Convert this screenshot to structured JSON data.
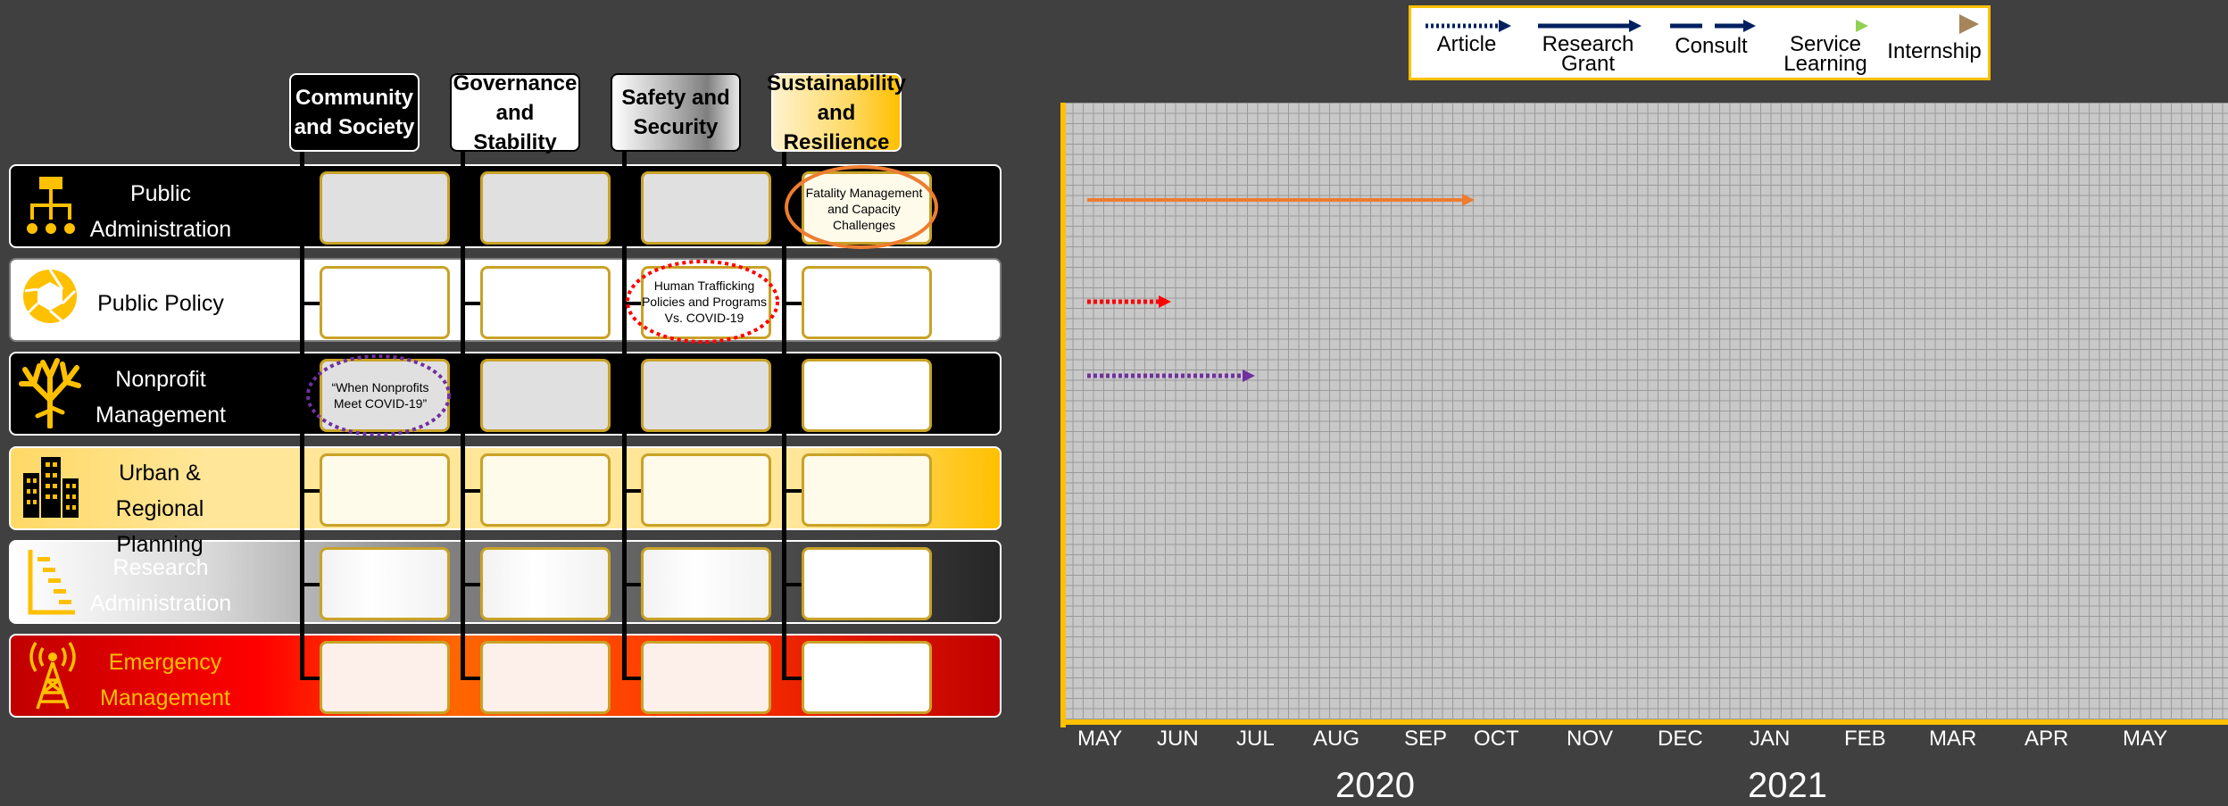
{
  "columns": [
    {
      "label": "Community\nand Society"
    },
    {
      "label": "Governance\nand Stability"
    },
    {
      "label": "Safety and\nSecurity"
    },
    {
      "label": "Sustainability\nand Resilience"
    }
  ],
  "rows": [
    {
      "label": "Public\nAdministration",
      "icon": "org-chart-icon"
    },
    {
      "label": "Public Policy",
      "icon": "aperture-icon"
    },
    {
      "label": "Nonprofit\nManagement",
      "icon": "coral-tree-icon"
    },
    {
      "label": "Urban & Regional\nPlanning",
      "icon": "city-buildings-icon"
    },
    {
      "label": "Research\nAdministration",
      "icon": "staircase-chart-icon"
    },
    {
      "label": "Emergency\nManagement",
      "icon": "radio-tower-icon"
    }
  ],
  "projects": {
    "fatality": "Fatality Management\nand Capacity\nChallenges",
    "trafficking": "Human Trafficking\nPolicies and Programs\nVs. COVID-19",
    "nonprofits": "“When Nonprofits\nMeet COVID-19”"
  },
  "legend": {
    "article": "Article",
    "research_grant": "Research\nGrant",
    "consult": "Consult",
    "service_learning": "Service\nLearning",
    "internship": "Internship"
  },
  "timeline": {
    "months": [
      "MAY",
      "JUN",
      "JUL",
      "AUG",
      "SEP",
      "OCT",
      "NOV",
      "DEC",
      "JAN",
      "FEB",
      "MAR",
      "APR",
      "MAY"
    ],
    "years": [
      "2020",
      "2021"
    ]
  },
  "colors": {
    "accent": "#ffc000",
    "fatality_arrow": "#ed7d31",
    "trafficking_arrow": "#ff0000",
    "nonprofit_arrow": "#7030a0",
    "research_grant": "#002060"
  }
}
